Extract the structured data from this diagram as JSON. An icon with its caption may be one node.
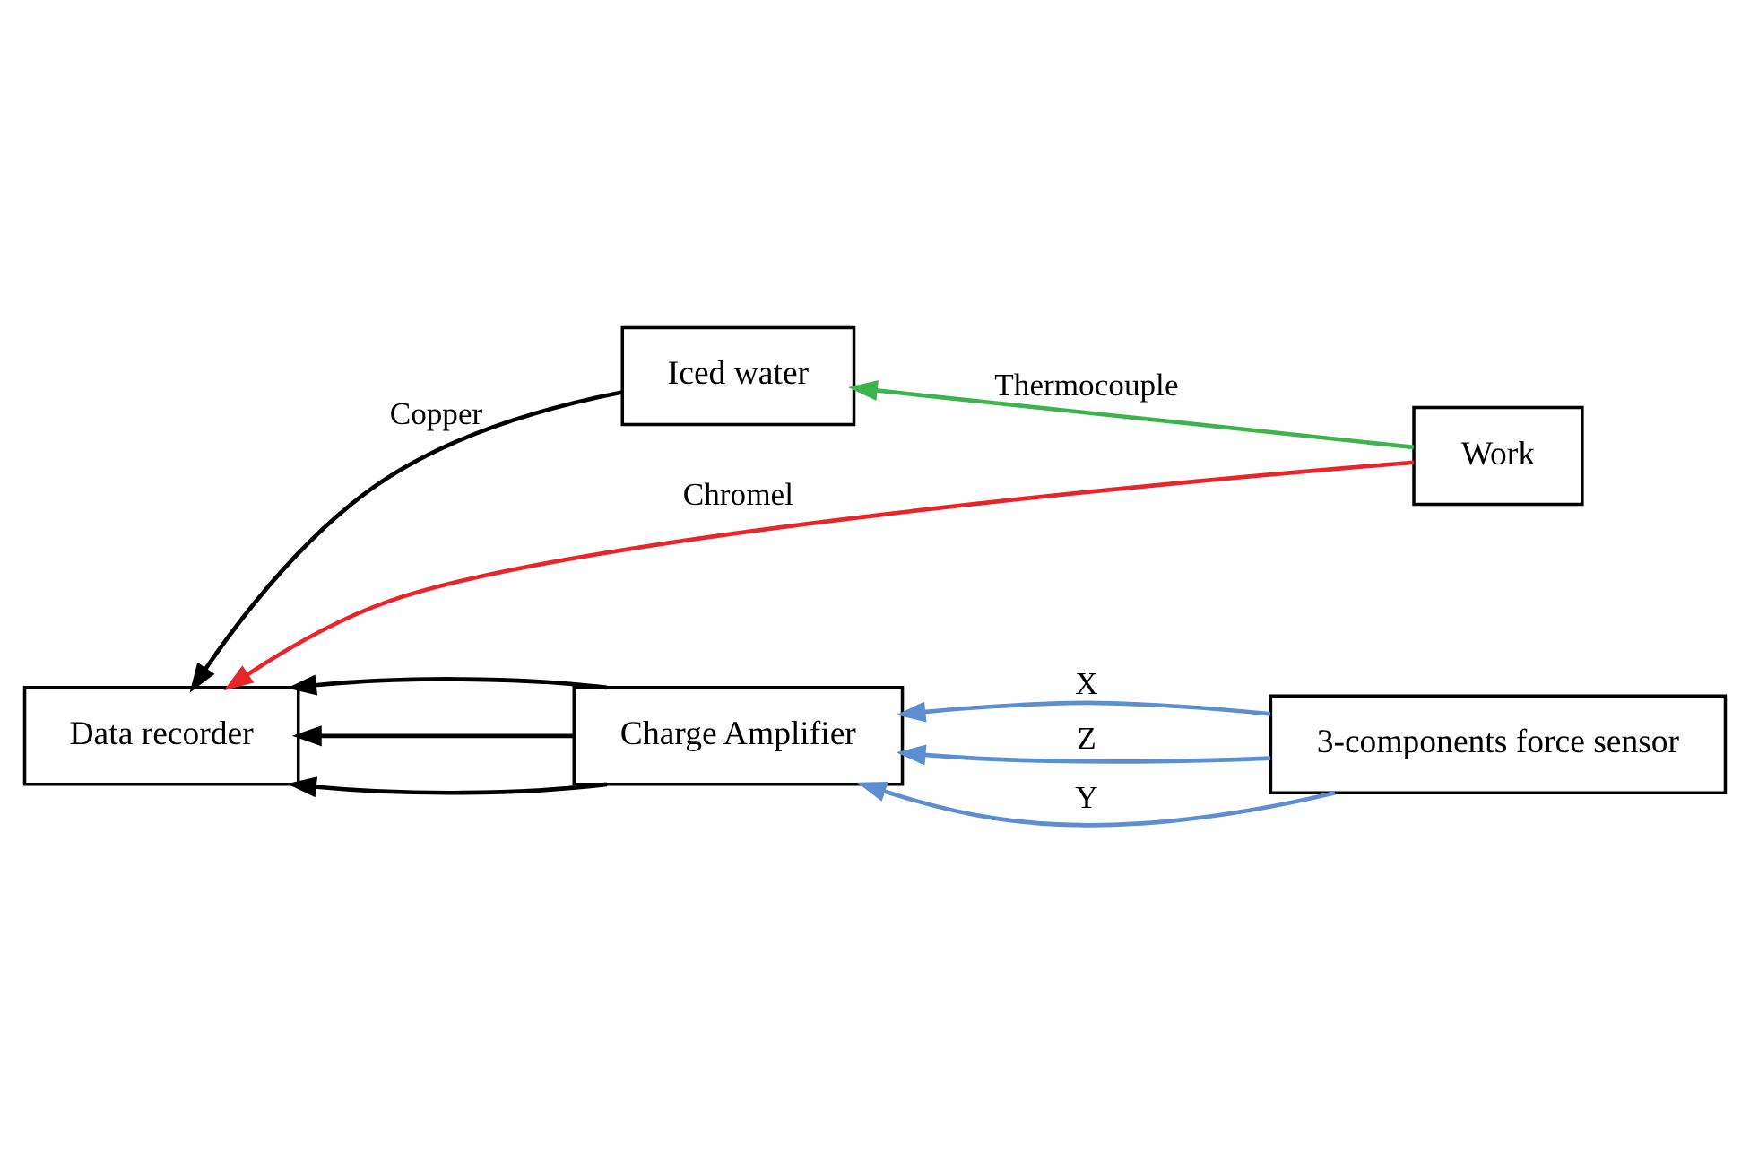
{
  "diagram": {
    "nodes": [
      {
        "text": [
          "Iced water"
        ]
      },
      {
        "text": [
          "Data recorder"
        ]
      },
      {
        "text": [
          "Work"
        ]
      },
      {
        "text": [
          "3-components force sensor"
        ]
      },
      {
        "text": [
          "Charge Amplifier"
        ]
      }
    ],
    "edges": [
      {
        "from": 0,
        "to": 1,
        "arrow": "to",
        "label": "Copper"
      },
      {
        "from": 2,
        "to": 0,
        "arrow": "to",
        "label": "Thermocouple",
        "color": "#3cb44b"
      },
      {
        "from": 2,
        "to": 1,
        "arrow": "to",
        "label": "Chromel",
        "color": "#e8262a"
      },
      {
        "from": 3,
        "to": 4,
        "arrow": "to",
        "label": "X",
        "color": "#5b8fd0"
      },
      {
        "from": 3,
        "to": 4,
        "arrow": "to",
        "label": "Z",
        "color": "#5b8fd0"
      },
      {
        "from": 3,
        "to": 4,
        "arrow": "to",
        "label": "Y",
        "color": "#5b8fd0"
      },
      {
        "from": 4,
        "to": 1,
        "arrow": "to"
      },
      {
        "from": 4,
        "to": 1,
        "arrow": "to"
      },
      {
        "from": 4,
        "to": 1,
        "arrow": "to"
      }
    ]
  }
}
